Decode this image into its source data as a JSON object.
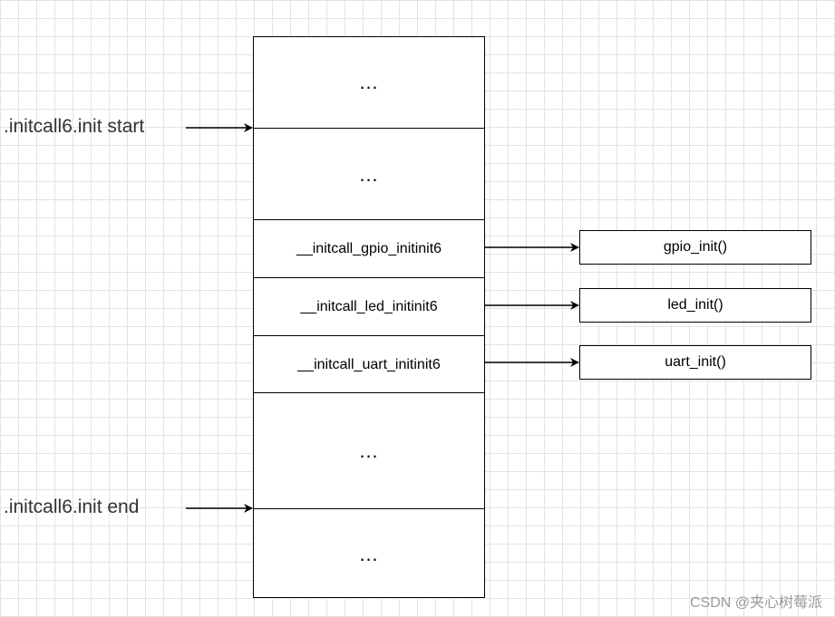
{
  "memory_sections": [
    {
      "label": "…"
    },
    {
      "label": "…"
    },
    {
      "label": "__initcall_gpio_initinit6"
    },
    {
      "label": "__initcall_led_initinit6"
    },
    {
      "label": "__initcall_uart_initinit6"
    },
    {
      "label": "…"
    },
    {
      "label": "…"
    }
  ],
  "functions": [
    {
      "label": "gpio_init()"
    },
    {
      "label": "led_init()"
    },
    {
      "label": "uart_init()"
    }
  ],
  "markers": {
    "start": ".initcall6.init start",
    "end": ".initcall6.init end"
  },
  "watermark": "CSDN @夹心树莓派",
  "colors": {
    "line": "#000000",
    "grid": "#e3e3e3",
    "marker_text": "#333333",
    "watermark": "#9a9a9a"
  }
}
